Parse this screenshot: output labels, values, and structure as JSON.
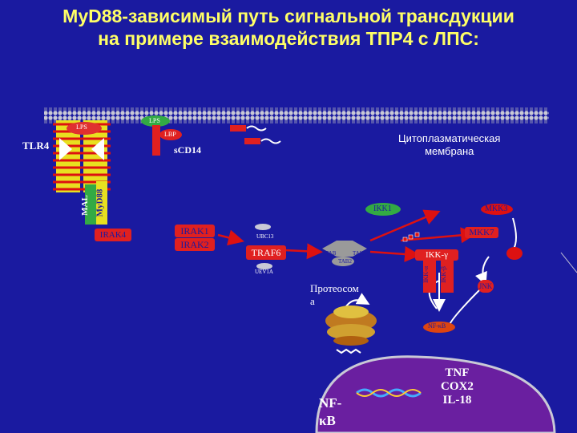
{
  "title": {
    "line1": "MyD88-зависимый путь сигнальной трансдукции",
    "line2": "на примере взаимодействия ТПР4 с ЛПС:"
  },
  "membrane_label": {
    "line1": "Цитоплазматическая",
    "line2": "мембрана"
  },
  "labels": {
    "tlr4": "TLR4",
    "lps_left": "LPS",
    "lps_top": "LPS",
    "lbp": "LBP",
    "scd14": "sCD14",
    "mal": "MAL",
    "myd88": "MyD88",
    "irak4": "IRAK4",
    "irak1": "IRAK1",
    "irak2": "IRAK2",
    "ubc13": "UBC13",
    "traf6": "TRAF6",
    "uev1a": "UEV1A",
    "tab": "TAB",
    "tak": "TAK",
    "tab2": "TAB2",
    "proteasome": "Протеосом",
    "proteasome2": "а",
    "ikk1": "IKK1",
    "mkk3": "MKK3",
    "mkk7": "MKK7",
    "ikk_gamma": "IKK-γ",
    "ikk_a": "IKK-α",
    "ikk_b": "IKK-β",
    "jnk": "JNK",
    "nfkb_small": "NF-κB",
    "nfkb": "NF-",
    "nfkb2": "κB",
    "genes": {
      "g1": "TNF",
      "g2": "COX2",
      "g3": "IL-18"
    }
  }
}
